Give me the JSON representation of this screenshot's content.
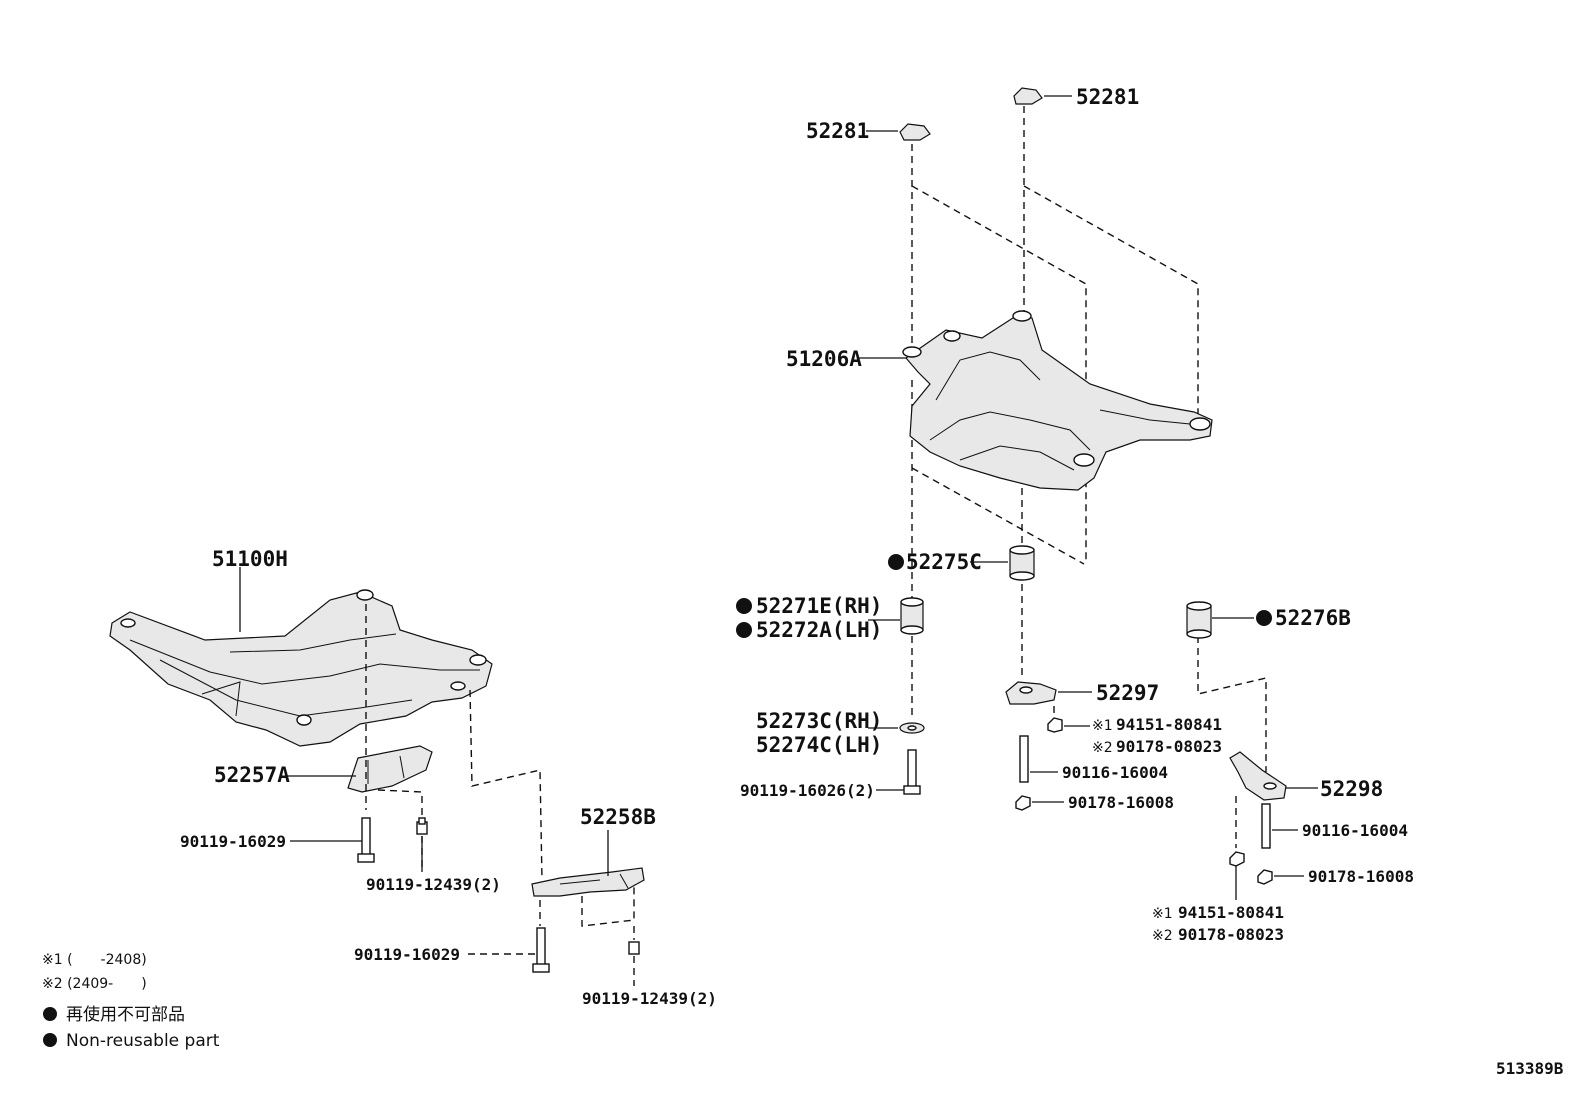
{
  "labels": {
    "p51100H": "51100H",
    "p52257A": "52257A",
    "p52258B": "52258B",
    "p90119_16029_a": "90119-16029",
    "p90119_12439_a": "90119-12439(2)",
    "p90119_16029_b": "90119-16029",
    "p90119_12439_b": "90119-12439(2)",
    "p52281_left": "52281",
    "p52281_right": "52281",
    "p51206A": "51206A",
    "p52275C": "52275C",
    "p52271E": "52271E(RH)",
    "p52272A": "52272A(LH)",
    "p52273C": "52273C(RH)",
    "p52274C": "52274C(LH)",
    "p90119_16026": "90119-16026(2)",
    "p52276B": "52276B",
    "p52297": "52297",
    "p94151_80841_a": "94151-80841",
    "p90178_08023_a": "90178-08023",
    "p90116_16004_a": "90116-16004",
    "p90178_16008_a": "90178-16008",
    "p52298": "52298",
    "p90116_16004_b": "90116-16004",
    "p90178_16008_b": "90178-16008",
    "p94151_80841_b": "94151-80841",
    "p90178_08023_b": "90178-08023"
  },
  "markers": {
    "note1": "※1",
    "note2": "※2"
  },
  "legend": {
    "note1": "※1 (　　-2408)",
    "note2": "※2 (2409-　　)",
    "non_reusable_jp": "再使用不可部品",
    "non_reusable_en": "Non-reusable part"
  },
  "diagram_id": "513389B"
}
